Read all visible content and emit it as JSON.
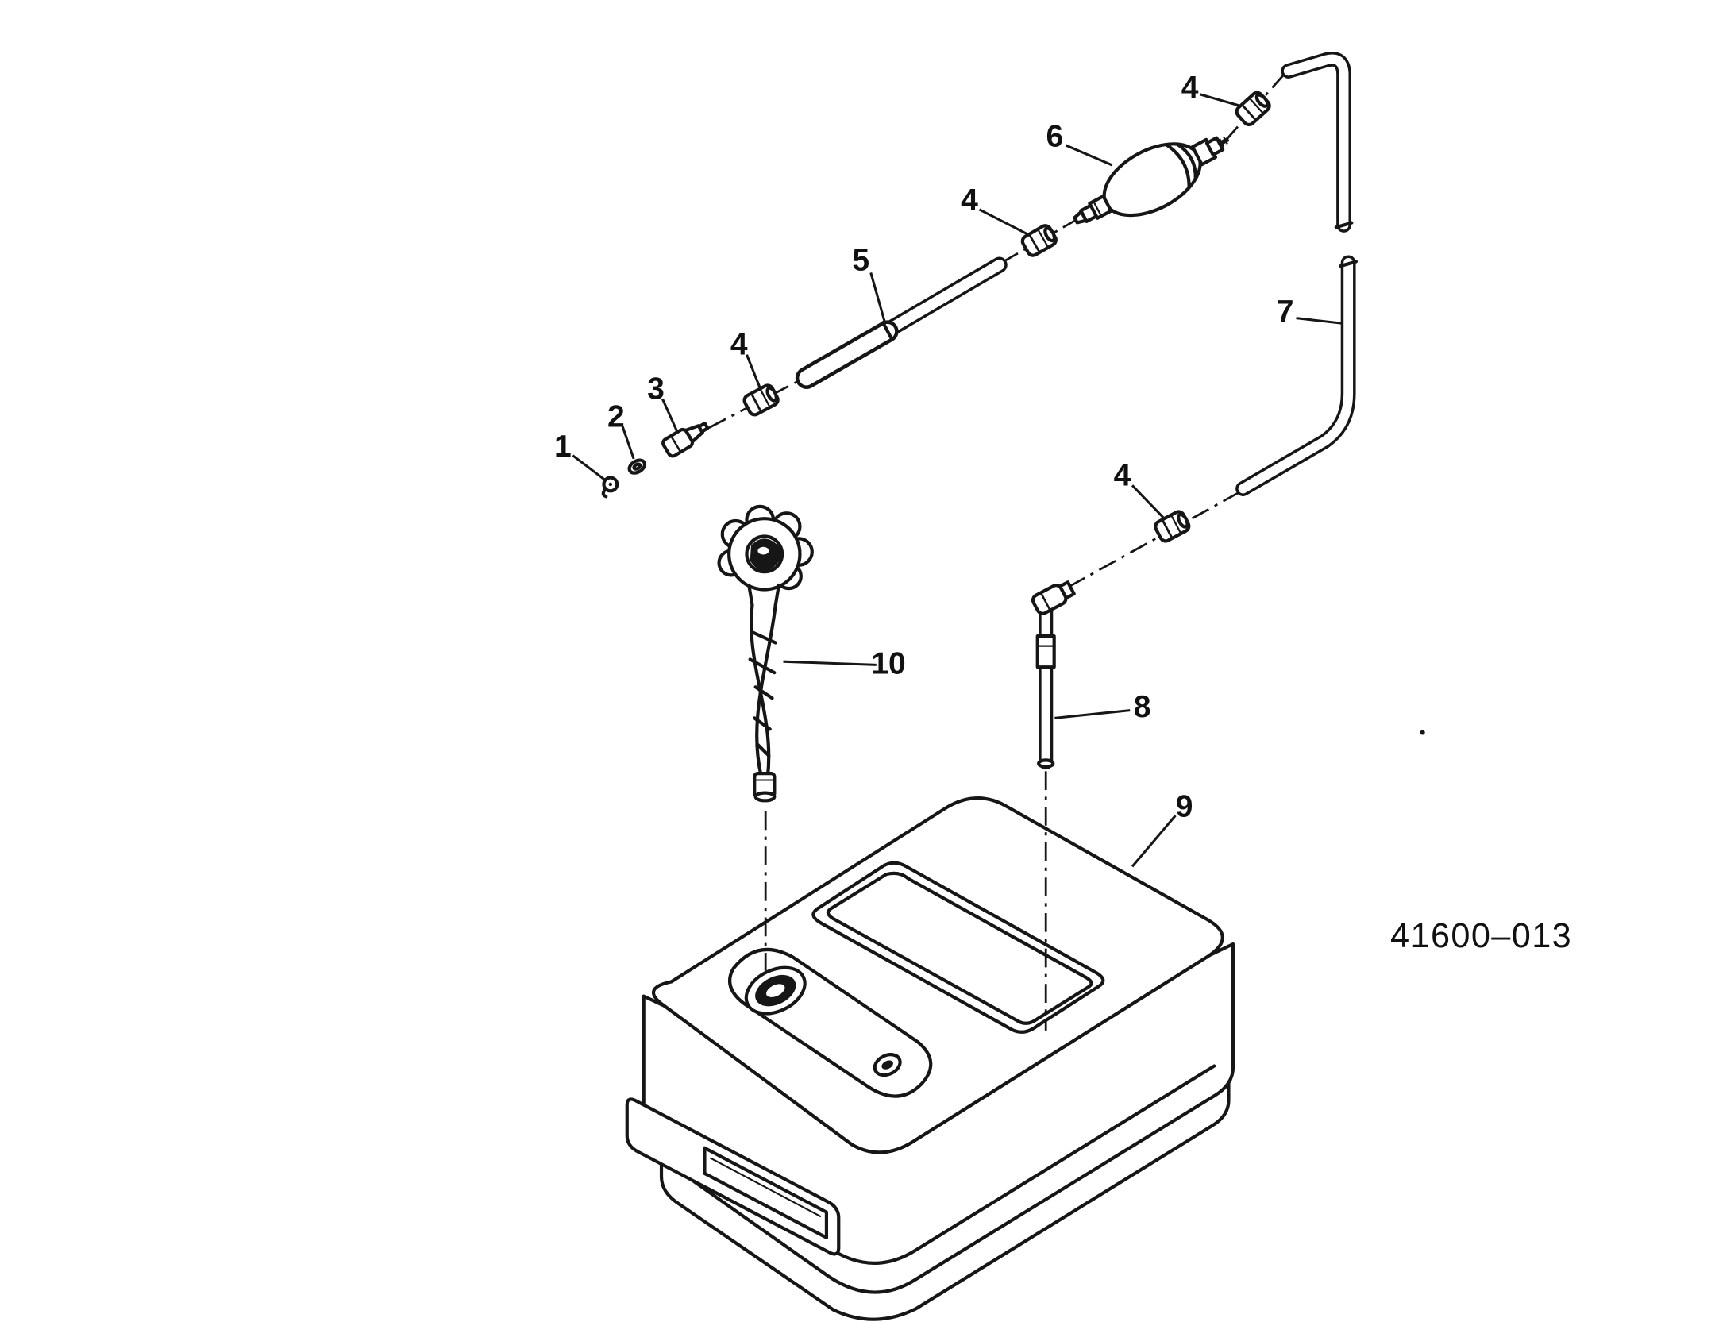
{
  "diagram": {
    "code": "41600–013",
    "callouts": [
      {
        "id": "1",
        "label": "1"
      },
      {
        "id": "2",
        "label": "2"
      },
      {
        "id": "3",
        "label": "3"
      },
      {
        "id": "4a",
        "label": "4"
      },
      {
        "id": "4b",
        "label": "4"
      },
      {
        "id": "4c",
        "label": "4"
      },
      {
        "id": "4d",
        "label": "4"
      },
      {
        "id": "5",
        "label": "5"
      },
      {
        "id": "6",
        "label": "6"
      },
      {
        "id": "7",
        "label": "7"
      },
      {
        "id": "8",
        "label": "8"
      },
      {
        "id": "9",
        "label": "9"
      },
      {
        "id": "10",
        "label": "10"
      }
    ]
  }
}
